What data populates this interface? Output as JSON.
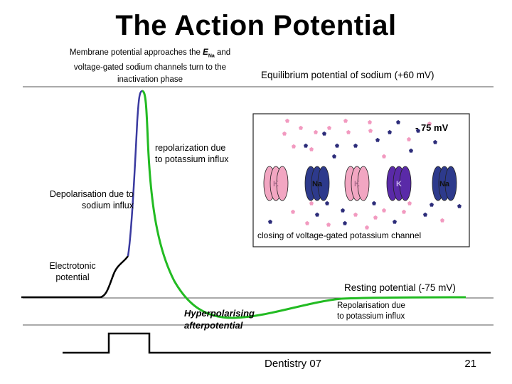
{
  "title": "The Action Potential",
  "labels": {
    "approach_prefix": "Membrane potential approaches the ",
    "approach_symbol": "E",
    "approach_sub": "Na",
    "approach_suffix": " and",
    "approach_line2": "voltage-gated sodium channels turn to the",
    "approach_line3": "inactivation phase",
    "equilibrium": "Equilibrium potential of sodium (+60 mV)",
    "repolarization_line1": "repolarization due",
    "repolarization_line2": "to potassium influx",
    "depolarisation_line1": "Depolarisation due to",
    "depolarisation_line2": "sodium influx",
    "electrotonic_line1": "Electrotonic",
    "electrotonic_line2": "potential",
    "resting": "Resting potential (-75 mV)",
    "repolarisation_line1": "Repolarisation due",
    "repolarisation_line2": "to potassium influx",
    "hyper_line1": "Hyperpolarising",
    "hyper_line2": "afterpotential"
  },
  "inset": {
    "voltage": "- 75 mV",
    "caption": "closing of voltage-gated potassium channel",
    "channels": [
      {
        "label": "K",
        "color": "#f2a6c2",
        "text_color": "#b07090"
      },
      {
        "label": "Na",
        "color": "#2d3a8c",
        "text_color": "#111111"
      },
      {
        "label": "K",
        "color": "#f2a6c2",
        "text_color": "#b07090"
      },
      {
        "label": "K",
        "color": "#5a2aa8",
        "text_color": "#c8b0f0"
      },
      {
        "label": "Na",
        "color": "#2d3a8c",
        "text_color": "#111111"
      }
    ],
    "ion_colors": {
      "pink": "#f29ac0",
      "navy": "#2d2d7a"
    }
  },
  "colors": {
    "depolarisation": "#3a3aa0",
    "repolarisation": "#22bb22",
    "electrotonic": "#000000"
  },
  "footer": {
    "left": "Dentistry 07",
    "right": "21"
  }
}
